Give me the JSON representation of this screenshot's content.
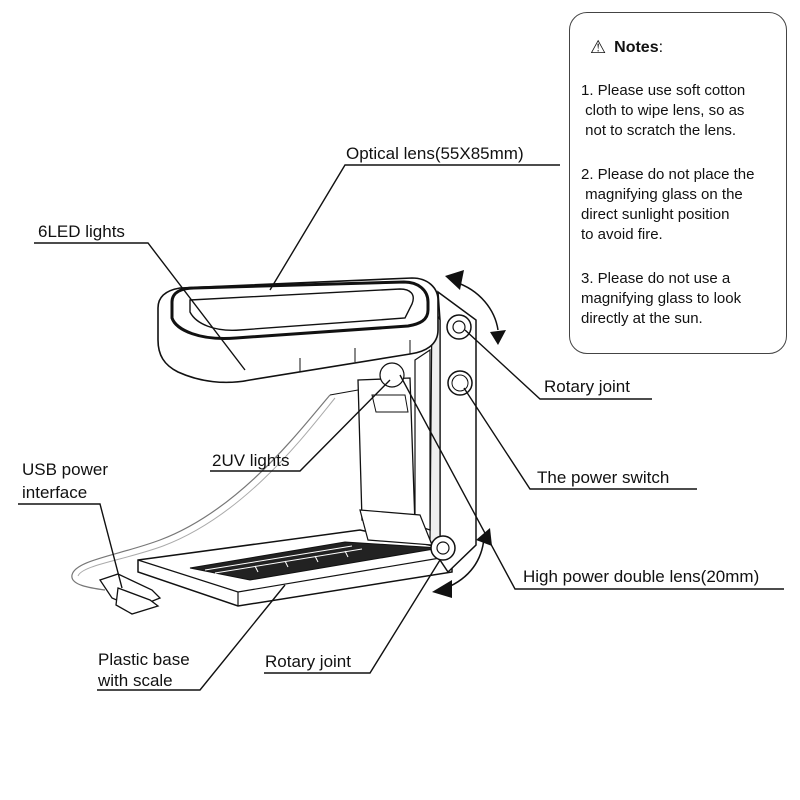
{
  "labels": {
    "optical_lens": "Optical lens(55X85mm)",
    "led_lights": "6LED lights",
    "uv_lights": "2UV lights",
    "usb_line1": "USB power",
    "usb_line2": "interface",
    "rotary_joint_top": "Rotary joint",
    "power_switch": "The power switch",
    "double_lens": "High power double lens(20mm)",
    "base_line1": "Plastic base",
    "base_line2": "with scale",
    "rotary_joint_bottom": "Rotary joint"
  },
  "notes": {
    "icon": "warning-icon",
    "title": "Notes",
    "title_suffix": ":",
    "items": [
      "1. Please use soft cotton\n cloth to wipe lens, so as\n not to scratch the lens.",
      "2. Please do not place the\n magnifying glass on the\ndirect sunlight position\nto avoid fire.",
      "3. Please do not use a\nmagnifying glass to look\ndirectly at the sun."
    ]
  },
  "colors": {
    "line": "#111111",
    "fill": "#ffffff",
    "shade": "#d9d9d9"
  }
}
